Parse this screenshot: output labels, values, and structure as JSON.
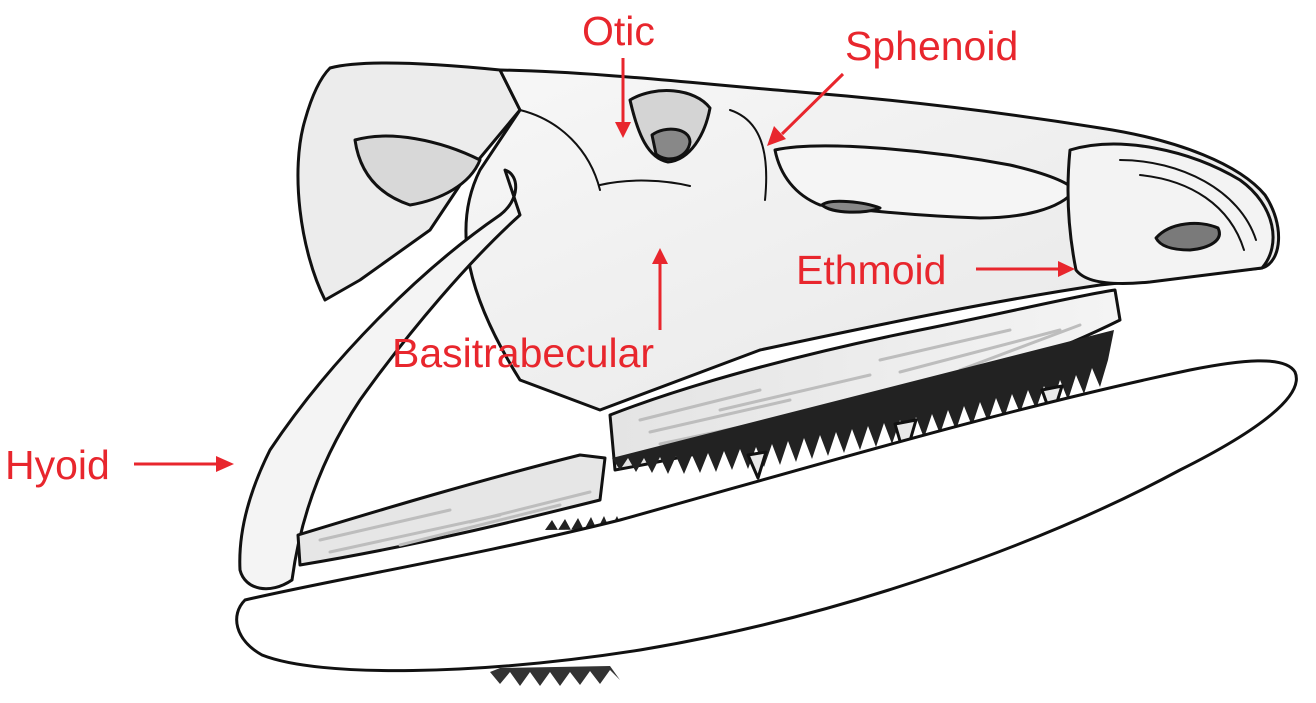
{
  "labels": {
    "otic": "Otic",
    "sphenoid": "Sphenoid",
    "ethmoid": "Ethmoid",
    "basitrabecular": "Basitrabecular",
    "hyoid": "Hyoid"
  },
  "colors": {
    "label": "#e8262d",
    "outline": "#111111",
    "bone_fill": "#f2f2f2",
    "shadow_fill": "#dcdcdc",
    "background": "#ffffff"
  }
}
